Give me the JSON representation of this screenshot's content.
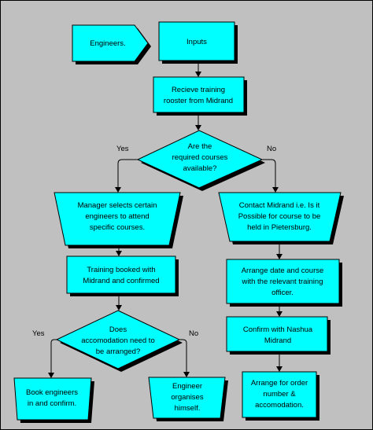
{
  "nodes": {
    "engineers": "Engineers.",
    "inputs": "Inputs",
    "receive": [
      "Recieve training",
      "rooster from Midrand"
    ],
    "decision_courses": [
      "Are the",
      "required courses",
      "available?"
    ],
    "manager": [
      "Manager selects certain",
      "engineers to attend",
      "specific courses."
    ],
    "contact": [
      "Contact Midrand i.e. Is it",
      "Possible for course to be",
      "held in Pietersburg."
    ],
    "booked": [
      "Training booked with",
      "Midrand and confirmed"
    ],
    "arrange_date": [
      "Arrange date and course",
      "with the relevant training",
      "officer."
    ],
    "decision_accom": [
      "Does",
      "accomodation need to",
      "be arranged?"
    ],
    "confirm_nashua": [
      "Confirm with Nashua",
      "Midrand"
    ],
    "book_engineers": [
      "Book engineers",
      "in and confirm."
    ],
    "engineer_organises": [
      "Engineer",
      "organises",
      "himself."
    ],
    "arrange_order": [
      "Arrange for order",
      "number &",
      "accomodation."
    ]
  },
  "edge_labels": {
    "courses_yes": "Yes",
    "courses_no": "No",
    "accom_yes": "Yes",
    "accom_no": "No"
  }
}
